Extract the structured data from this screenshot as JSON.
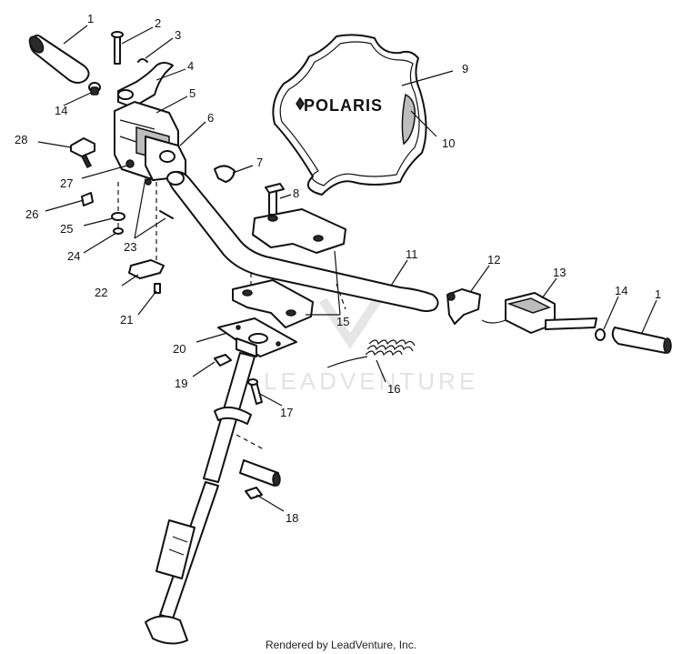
{
  "diagram": {
    "callouts": [
      "1",
      "2",
      "3",
      "4",
      "5",
      "6",
      "7",
      "8",
      "9",
      "10",
      "11",
      "12",
      "13",
      "14",
      "15",
      "16",
      "17",
      "18",
      "19",
      "20",
      "21",
      "22",
      "23",
      "24",
      "25",
      "26",
      "27",
      "28",
      "14",
      "1"
    ],
    "pad_logo": "POLARIS",
    "watermark": "LEADVENTURE"
  },
  "footer": {
    "text": "Rendered by LeadVenture, Inc."
  }
}
